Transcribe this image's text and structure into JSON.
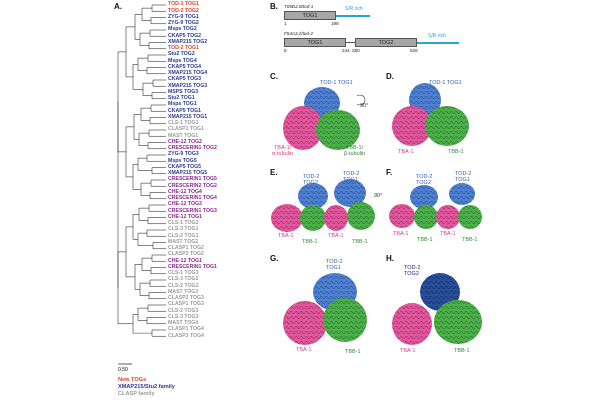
{
  "panels": {
    "a": "A.",
    "b": "B.",
    "c": "C.",
    "d": "D.",
    "e": "E.",
    "f": "F.",
    "g": "G.",
    "h": "H."
  },
  "tree": {
    "leaves": [
      {
        "label": "TOD-1 TOG1",
        "color": "#e0422c"
      },
      {
        "label": "TOD-2 TOG2",
        "color": "#e0422c"
      },
      {
        "label": "ZYG-9 TOG1",
        "color": "#2b3a8f"
      },
      {
        "label": "ZYG-9 TOG2",
        "color": "#2b3a8f"
      },
      {
        "label": "Msps TOG2",
        "color": "#2b3a8f"
      },
      {
        "label": "CKAP5 TOG2",
        "color": "#2b3a8f"
      },
      {
        "label": "XMAP215 TOG2",
        "color": "#2b3a8f"
      },
      {
        "label": "TOD-2 TOG1",
        "color": "#e0422c"
      },
      {
        "label": "Stu2 TOG2",
        "color": "#2b3a8f"
      },
      {
        "label": "Msps TOG4",
        "color": "#2b3a8f"
      },
      {
        "label": "CKAP5 TOG4",
        "color": "#2b3a8f"
      },
      {
        "label": "XMAP215 TOG4",
        "color": "#2b3a8f"
      },
      {
        "label": "CKAP5 TOG3",
        "color": "#2b3a8f"
      },
      {
        "label": "XMAP215 TOG3",
        "color": "#2b3a8f"
      },
      {
        "label": "MSPS TOG3",
        "color": "#2b3a8f"
      },
      {
        "label": "Stu2 TOG1",
        "color": "#2b3a8f"
      },
      {
        "label": "Msps TOG1",
        "color": "#2b3a8f"
      },
      {
        "label": "CKAP5 TOG1",
        "color": "#2b3a8f"
      },
      {
        "label": "XMAP215 TOG1",
        "color": "#2b3a8f"
      },
      {
        "label": "CLS-1 TOG1",
        "color": "#9a9a9a"
      },
      {
        "label": "CLASP1 TOG1",
        "color": "#9a9a9a"
      },
      {
        "label": "MAST TOG1",
        "color": "#9a9a9a"
      },
      {
        "label": "CHE-12 TOG2",
        "color": "#8a2a8f"
      },
      {
        "label": "CRESCERIN1 TOG2",
        "color": "#8a2a8f"
      },
      {
        "label": "ZYG-9 TOG3",
        "color": "#2b3a8f"
      },
      {
        "label": "Msps TOG5",
        "color": "#2b3a8f"
      },
      {
        "label": "CKAP5 TOG5",
        "color": "#2b3a8f"
      },
      {
        "label": "XMAP215 TOG5",
        "color": "#2b3a8f"
      },
      {
        "label": "CRESCERIN1 TOG5",
        "color": "#8a2a8f"
      },
      {
        "label": "CRESCERIN2 TOG2",
        "color": "#8a2a8f"
      },
      {
        "label": "CHE-12 TOG4",
        "color": "#8a2a8f"
      },
      {
        "label": "CRESCERIN1 TOG4",
        "color": "#8a2a8f"
      },
      {
        "label": "CHE-12 TOG3",
        "color": "#8a2a8f"
      },
      {
        "label": "CRESCERIN1 TOG3",
        "color": "#8a2a8f"
      },
      {
        "label": "CHE-12 TOG1",
        "color": "#8a2a8f"
      },
      {
        "label": "CLS-1 TOG2",
        "color": "#9a9a9a"
      },
      {
        "label": "CLS-3 TOG1",
        "color": "#9a9a9a"
      },
      {
        "label": "CLS-2 TOG1",
        "color": "#9a9a9a"
      },
      {
        "label": "MAST TOG2",
        "color": "#9a9a9a"
      },
      {
        "label": "CLASP1 TOG2",
        "color": "#9a9a9a"
      },
      {
        "label": "CLASP2 TOG2",
        "color": "#9a9a9a"
      },
      {
        "label": "CHE-12 TOG1",
        "color": "#8a2a8f"
      },
      {
        "label": "CRESCERIN1 TOG1",
        "color": "#8a2a8f"
      },
      {
        "label": "CLS-1 TOG3",
        "color": "#9a9a9a"
      },
      {
        "label": "CLS-3 TOG2",
        "color": "#9a9a9a"
      },
      {
        "label": "CLS-2 TOG2",
        "color": "#9a9a9a"
      },
      {
        "label": "MAST TOG3",
        "color": "#9a9a9a"
      },
      {
        "label": "CLASP2 TOG3",
        "color": "#9a9a9a"
      },
      {
        "label": "CLASP1 TOG3",
        "color": "#9a9a9a"
      },
      {
        "label": "CLS-2 TOG3",
        "color": "#9a9a9a"
      },
      {
        "label": "CLS-3 TOG3",
        "color": "#9a9a9a"
      },
      {
        "label": "MAST TOG4",
        "color": "#9a9a9a"
      },
      {
        "label": "CLASP1 TOG4",
        "color": "#9a9a9a"
      },
      {
        "label": "CLASP3 TOG4",
        "color": "#9a9a9a"
      }
    ],
    "scale_label": "0.50",
    "legend": [
      {
        "label": "New TOGs",
        "color": "#e0422c"
      },
      {
        "label": "XMAP215/Stu2 family",
        "color": "#2b3a8f"
      },
      {
        "label": "CLASP family",
        "color": "#9a9a9a"
      }
    ]
  },
  "schematics": {
    "tod1": {
      "title": "T08D2.8/tod-1",
      "domain": "TOG1",
      "sr": "S/R rich",
      "start": "1",
      "end": "198"
    },
    "tod2": {
      "title": "F54A3.2/tod-2",
      "domain1": "TOG1",
      "domain2": "TOG2",
      "sr": "S/R rich",
      "n1": "5",
      "n2": "244",
      "n3": "280",
      "n4": "526"
    }
  },
  "structures": {
    "c": {
      "top": "TOD-1 TOG1",
      "left": "TBA-1/\nα-tubulin",
      "right": "TBB-1/\nβ-tubulin",
      "rot": "90°"
    },
    "d": {
      "top": "TOD-1 TOG1",
      "left": "TBA-1",
      "right": "TBB-1"
    },
    "e": {
      "top1": "TOD-2",
      "top2": "TOG2",
      "top3": "TOD-2",
      "top4": "TOG1",
      "b1": "TBA-1",
      "b2": "TBB-1",
      "b3": "TBA-1",
      "b4": "TBB-1",
      "rot": "90°"
    },
    "f": {
      "top1": "TOD-2",
      "top2": "TOG2",
      "top3": "TOD-2",
      "top4": "TOG1",
      "b1": "TBA-1",
      "b2": "TBB-1",
      "b3": "TBA-1",
      "b4": "TBB-1"
    },
    "g": {
      "top1": "TOD-2",
      "top2": "TOG1",
      "left": "TBA-1",
      "right": "TBB-1"
    },
    "h": {
      "top1": "TOD-2",
      "top2": "TOG2",
      "left": "TBA-1",
      "right": "TBB-1"
    }
  },
  "colors": {
    "tog_blue": "#4f7fcf",
    "tba_pink": "#e0579d",
    "tbb_green": "#4cb04a",
    "tree_line": "#333333",
    "sr_blue": "#2aa4dd"
  }
}
